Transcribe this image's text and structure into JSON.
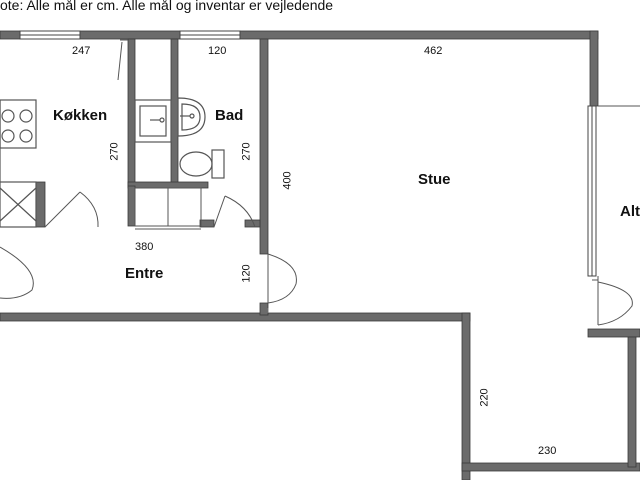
{
  "note": "ote: Alle mål er cm. Alle mål og inventar er vejledende",
  "rooms": {
    "kitchen": "Køkken",
    "bath": "Bad",
    "living": "Stue",
    "entry": "Entre",
    "balcony": "Alt"
  },
  "dimensions": {
    "kitchen_width": "247",
    "kitchen_height": "270",
    "bath_width": "120",
    "bath_height": "270",
    "living_width": "462",
    "living_height": "400",
    "entry_width": "380",
    "entry_height": "120",
    "lower_height": "220",
    "lower_width": "230"
  },
  "colors": {
    "wall": "#6b6b6b",
    "wall_edge": "#3a3a3a",
    "line": "#444444",
    "fixture": "#555555"
  }
}
